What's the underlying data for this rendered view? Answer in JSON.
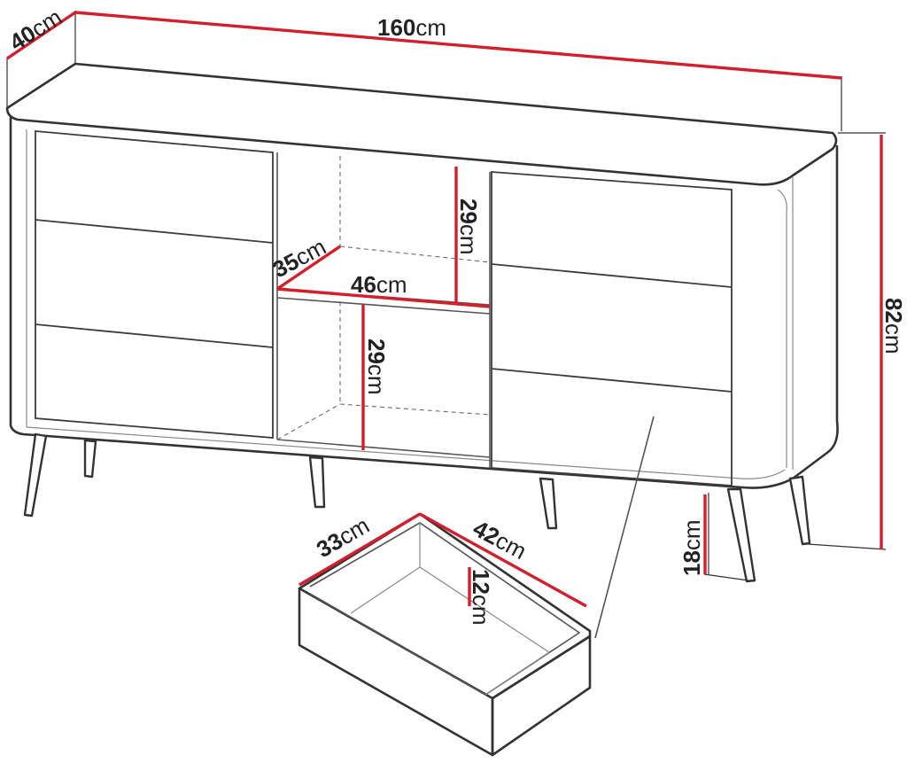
{
  "dimensions": {
    "width": {
      "value": "160",
      "unit": "cm"
    },
    "depth": {
      "value": "40",
      "unit": "cm"
    },
    "height": {
      "value": "82",
      "unit": "cm"
    },
    "leg_height": {
      "value": "18",
      "unit": "cm"
    },
    "shelf_depth": {
      "value": "35",
      "unit": "cm"
    },
    "shelf_width": {
      "value": "46",
      "unit": "cm"
    },
    "upper_shelf_height": {
      "value": "29",
      "unit": "cm"
    },
    "lower_shelf_height": {
      "value": "29",
      "unit": "cm"
    },
    "drawer_depth": {
      "value": "33",
      "unit": "cm"
    },
    "drawer_width": {
      "value": "42",
      "unit": "cm"
    },
    "drawer_height": {
      "value": "12",
      "unit": "cm"
    }
  },
  "colors": {
    "dimension_line": "#d21f2b",
    "outline": "#333333",
    "background": "#ffffff"
  }
}
